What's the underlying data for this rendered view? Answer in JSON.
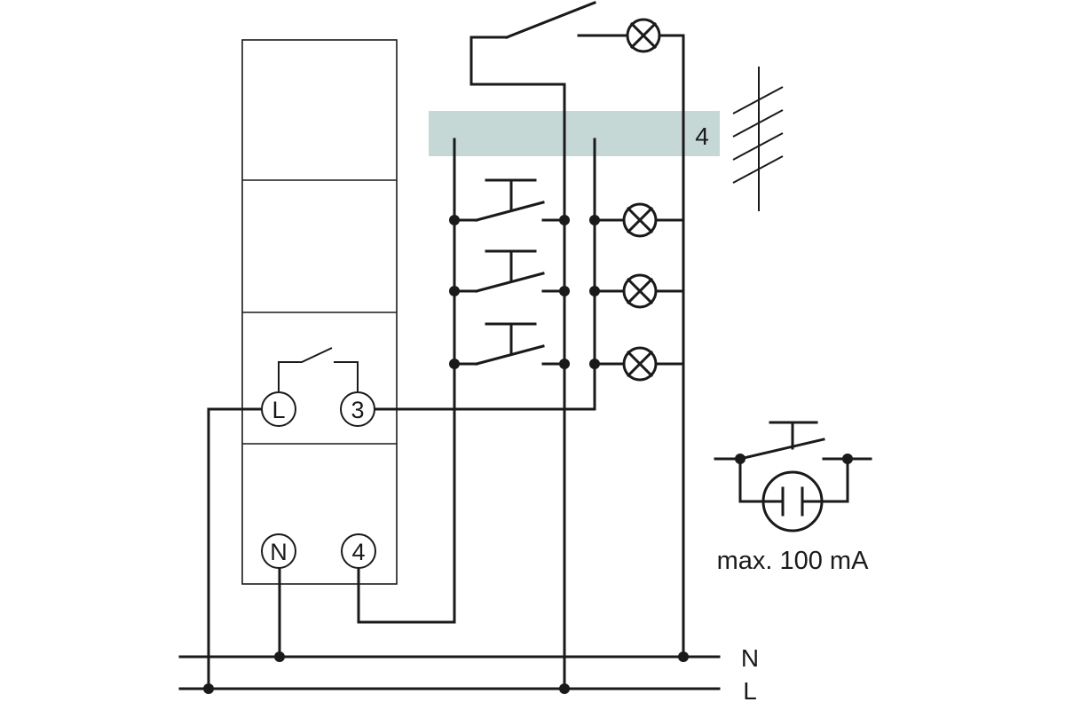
{
  "colors": {
    "line": "#1a1a1a",
    "cable_band": "#c5d8d6",
    "background": "#ffffff"
  },
  "device": {
    "terminals": {
      "L": "L",
      "out3": "3",
      "N": "N",
      "in4": "4"
    }
  },
  "cable": {
    "core_count": "4"
  },
  "bus": {
    "neutral": "N",
    "live": "L"
  },
  "legend": {
    "note": "max. 100 mA"
  },
  "icons": [
    "lamp-icon",
    "pushbutton-icon",
    "switch-icon",
    "glow-lamp-icon",
    "cable-hatch-icon"
  ]
}
